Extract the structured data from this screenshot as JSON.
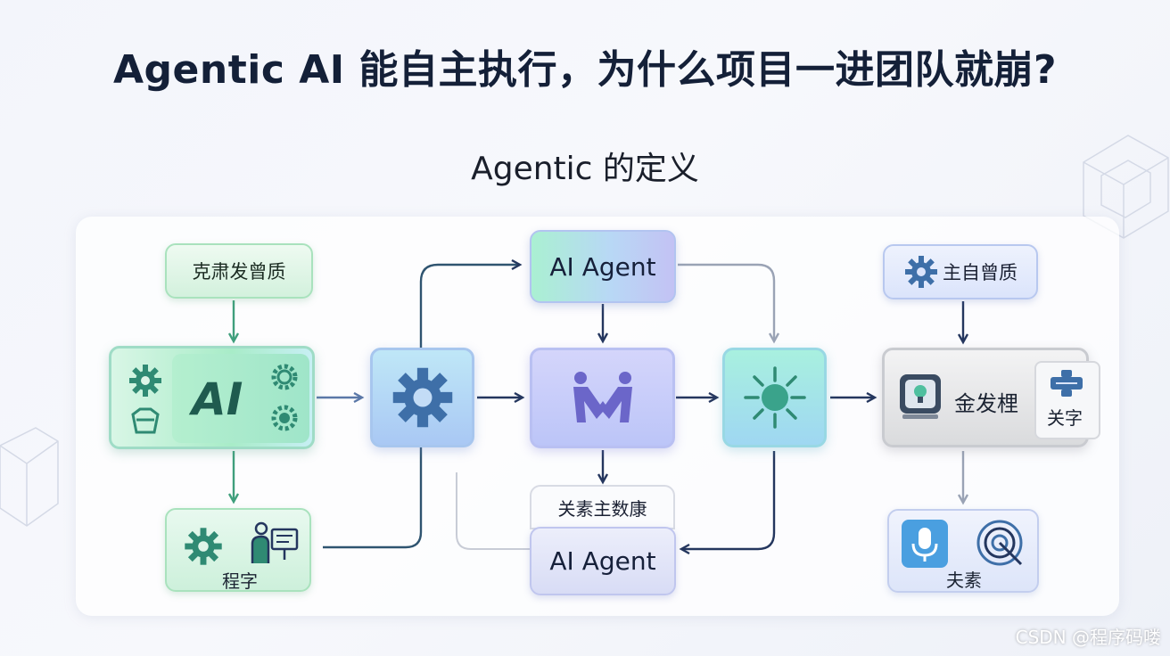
{
  "title": "Agentic AI 能自主执行，为什么项目一进团队就崩?",
  "subtitle": "Agentic 的定义",
  "nodes": {
    "top_left_label": "克肃发曾质",
    "ai_logo": "AI",
    "bottom_left_label": "程字",
    "top_center": "AI Agent",
    "relation_label": "关素主数康",
    "bottom_center": "AI Agent",
    "top_right_label": "主自曾质",
    "gray_box_label": "金发梩",
    "gray_side_label": "关字",
    "bottom_right_label": "夫素"
  },
  "watermark": "CSDN @程序码喽",
  "colors": {
    "arrow_green": "#3f9f7c",
    "arrow_navy": "#24365e",
    "arrow_gray": "#9aa3b5",
    "gear_blue": "#3e6fa8",
    "gear_teal": "#2f8a73"
  }
}
